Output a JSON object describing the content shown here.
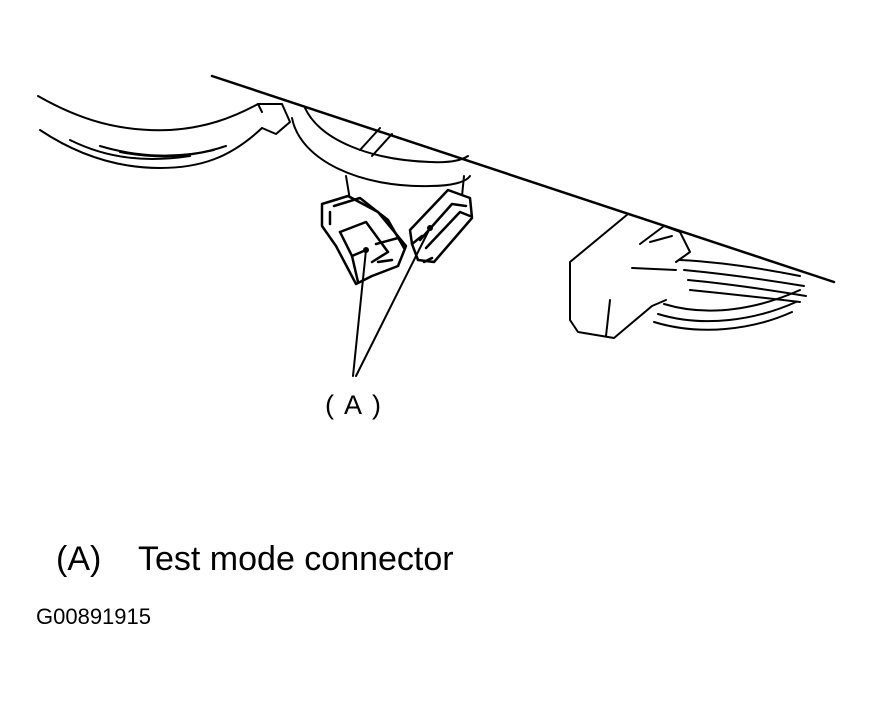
{
  "callout": {
    "label": "( A )"
  },
  "legend": {
    "key": "(A)",
    "description": "Test mode connector"
  },
  "figure_id": "G00891915",
  "colors": {
    "ink": "#000000",
    "background": "#ffffff"
  }
}
